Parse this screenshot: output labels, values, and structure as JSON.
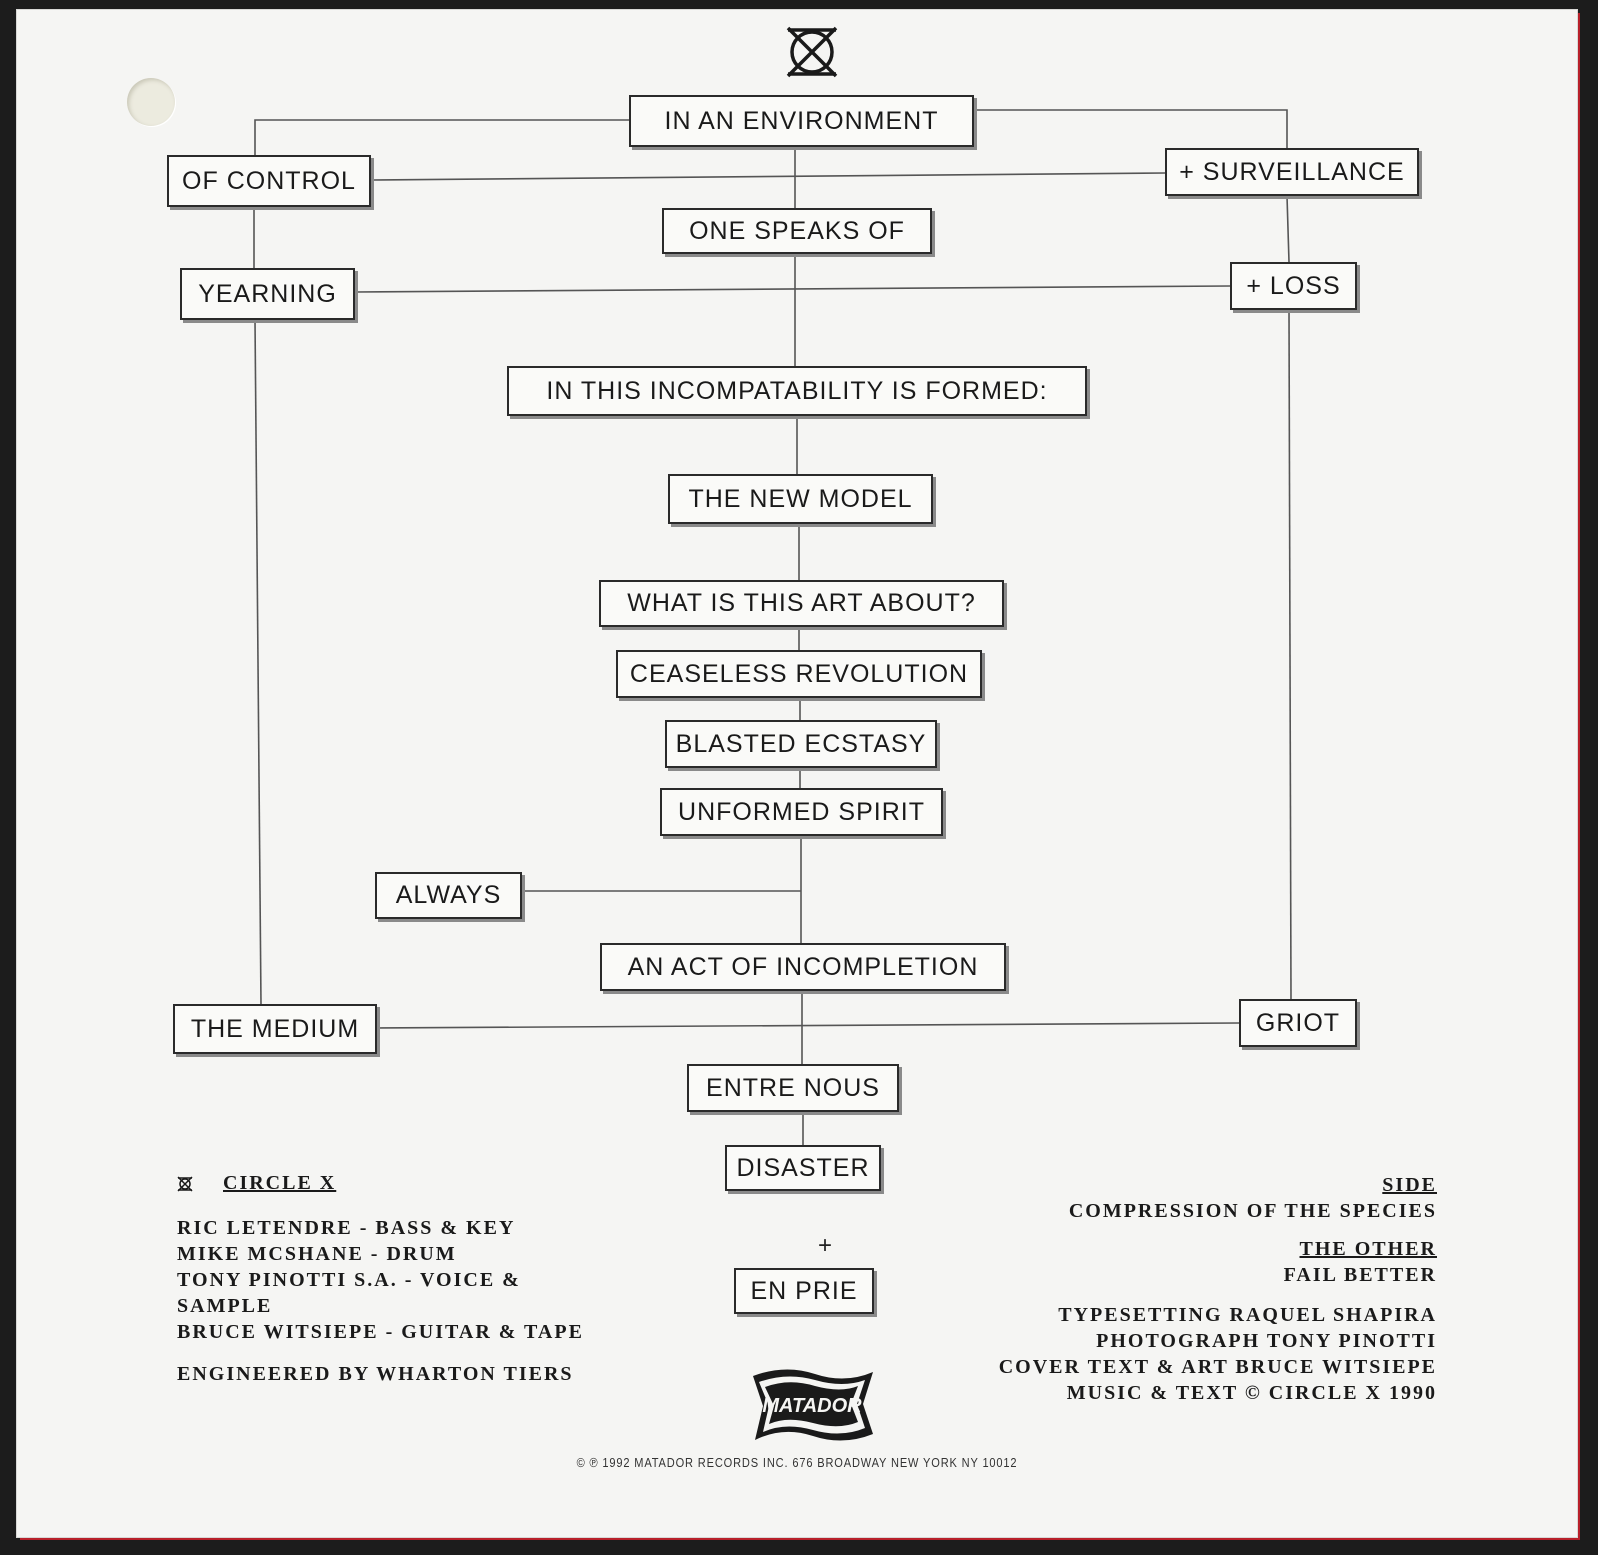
{
  "flowchart": {
    "in_an_environment": "IN AN ENVIRONMENT",
    "of_control": "OF CONTROL",
    "surveillance": "+ SURVEILLANCE",
    "one_speaks_of": "ONE SPEAKS OF",
    "yearning": "YEARNING",
    "loss": "+ LOSS",
    "incompatability": "IN THIS INCOMPATABILITY IS FORMED:",
    "new_model": "THE NEW MODEL",
    "art_about": "WHAT IS THIS ART ABOUT?",
    "ceaseless_revolution": "CEASELESS REVOLUTION",
    "blasted_ecstasy": "BLASTED ECSTASY",
    "unformed_spirit": "UNFORMED SPIRIT",
    "always": "ALWAYS",
    "act_of_incompletion": "AN ACT OF INCOMPLETION",
    "the_medium": "THE MEDIUM",
    "griot": "GRIOT",
    "entre_nous": "ENTRE NOUS",
    "disaster": "DISASTER",
    "plus": "+",
    "en_prie": "EN PRIE"
  },
  "band": {
    "name": "CIRCLE X",
    "members": [
      "RIC LETENDRE - BASS & KEY",
      "MIKE McSHANE - DRUM",
      "TONY PINOTTI S.A. - VOICE &",
      "SAMPLE",
      "BRUCE WITSIEPE - GUITAR & TAPE"
    ],
    "engineer": "ENGINEERED BY WHARTON TIERS"
  },
  "sides": {
    "side_label": "SIDE",
    "side_title": "COMPRESSION OF THE SPECIES",
    "other_label": "THE OTHER",
    "other_title": "FAIL BETTER"
  },
  "credits": [
    "TYPESETTING RAQUEL SHAPIRA",
    "PHOTOGRAPH TONY PINOTTI",
    "COVER TEXT & ART BRUCE WITSIEPE",
    "MUSIC & TEXT © CIRCLE X 1990"
  ],
  "label_logo": "MATADOR",
  "copyright": "© ℗ 1992 MATADOR RECORDS INC. 676 BROADWAY NEW YORK NY 10012",
  "colors": {
    "ink": "#1a1a1a",
    "paper": "#f5f5f3",
    "background": "#1c1c1c",
    "edge": "#b8202a"
  }
}
